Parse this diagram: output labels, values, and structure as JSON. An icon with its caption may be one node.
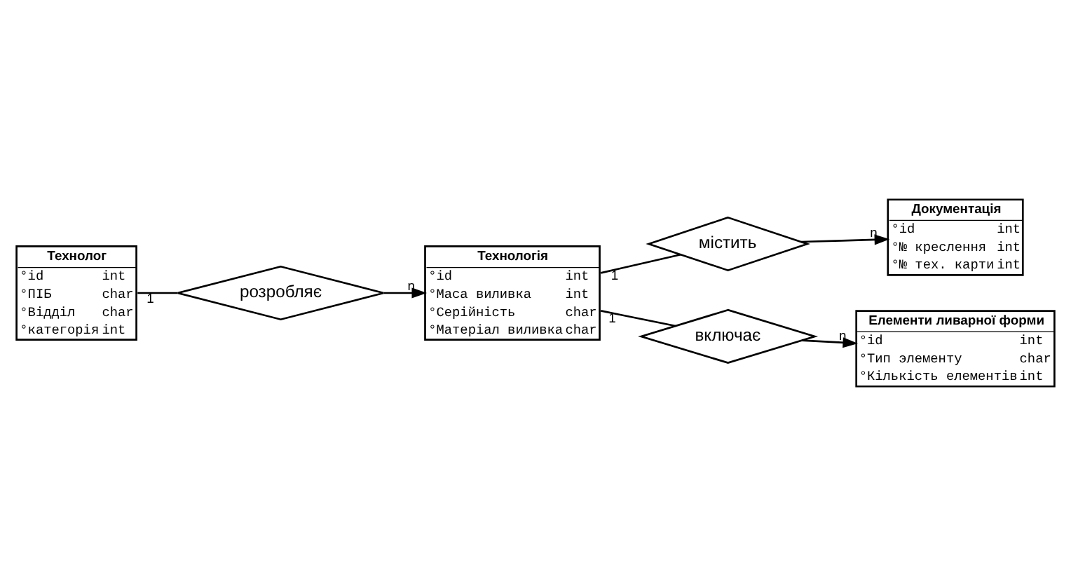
{
  "diagram": {
    "nodes": [
      {
        "text": [
          "Технолог",
          "°id",
          "int",
          "°ПІБ",
          "char",
          "°Відділ",
          "char",
          "°категорія",
          "int"
        ]
      },
      {
        "text": [
          "розробляє"
        ]
      },
      {
        "text": [
          "Технологія",
          "°id",
          "int",
          "°Маса виливка",
          "int",
          "°Серійність",
          "char",
          "°Матеріал виливка",
          "char"
        ]
      },
      {
        "text": [
          "містить"
        ]
      },
      {
        "text": [
          "Документація",
          "°id",
          "int",
          "°№ креслення",
          "int",
          "°№ тех. карти",
          "int"
        ]
      },
      {
        "text": [
          "включає"
        ]
      },
      {
        "text": [
          "Елементи ливарної форми",
          "°id",
          "int",
          "°Тип элементу",
          "char",
          "°Кількість елементів",
          "int"
        ]
      }
    ],
    "edges": [
      {
        "from": 0,
        "to": 1,
        "arrow": "none",
        "label": "1"
      },
      {
        "from": 1,
        "to": 2,
        "arrow": "to",
        "label": "n"
      },
      {
        "from": 2,
        "to": 3,
        "arrow": "none",
        "label": "1"
      },
      {
        "from": 3,
        "to": 4,
        "arrow": "to",
        "label": "n"
      },
      {
        "from": 2,
        "to": 5,
        "arrow": "none",
        "label": "1"
      },
      {
        "from": 5,
        "to": 6,
        "arrow": "to",
        "label": "n"
      }
    ]
  }
}
